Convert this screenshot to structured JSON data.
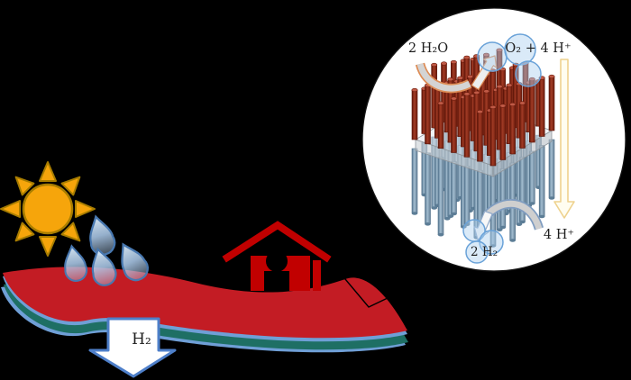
{
  "figure": {
    "description": "Artificial-leaf solar water-splitting concept diagram: sun and water drive a red leaf device that powers a house and releases hydrogen; magnified lens shows a nanowire-array membrane performing water oxidation (top) and proton reduction to hydrogen (bottom)",
    "labels": {
      "water_in": "2 H₂O",
      "oxygen_out": "O₂ + 4 H⁺",
      "protons_down": "4 H⁺",
      "hydrogen_bubble": "2 H₂",
      "hydrogen_out": "H₂"
    },
    "icons": [
      "sun-icon",
      "water-droplet-icon",
      "leaf-shape",
      "house-icon",
      "hydrogen-down-arrow",
      "magnifier-lens",
      "nanowire-array",
      "membrane-slab",
      "proton-flow-arrow",
      "gas-bubbles"
    ],
    "colors": {
      "background": "#000000",
      "leaf_red": "#c31c24",
      "leaf_edge_blue": "#6f9fd6",
      "leaf_shadow_teal": "#1e6f64",
      "sun_orange": "#f6a50b",
      "sun_outline": "#a87d00",
      "droplet_fill": "#b0cff0",
      "droplet_outline": "#4878b0",
      "house_red": "#c10000",
      "h2_arrow_fill": "#ffffff",
      "h2_arrow_outline": "#4e7fc9",
      "lens_fill": "#ffffff",
      "lens_outline": "#161616",
      "nanowire_red": "#a23b25",
      "nanowire_blue": "#a3bdd0",
      "membrane_gray": "#c9ced4",
      "proton_arrow_gold": "#eed28e",
      "bubble_blue": "#6aa2d8",
      "band_arrow_tan": "#dd8c55",
      "band_arrow_blue": "#7f9cc0"
    }
  }
}
